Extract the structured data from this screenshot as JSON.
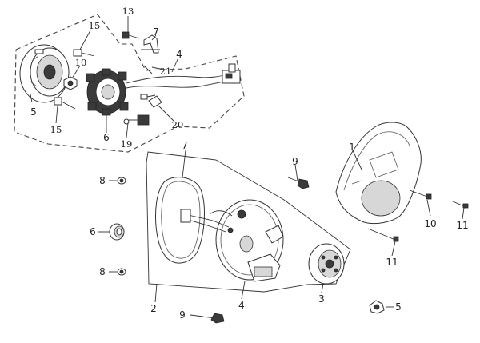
{
  "callouts": {
    "c13": "13",
    "c7_top": "7",
    "c15_top": "15",
    "c10_top": "10",
    "c4_top": "4",
    "c21": "21",
    "c5_left": "5",
    "c15_bottom": "15",
    "c6_top": "6",
    "c19": "19",
    "c20": "20",
    "c9_top": "9",
    "c1": "1",
    "c8_top": "8",
    "c7_box": "7",
    "c6_left": "6",
    "c10_right": "10",
    "c11_right": "11",
    "c11_mid": "11",
    "c8_bottom": "8",
    "c2": "2",
    "c4_box": "4",
    "c3": "3",
    "c9_bottom": "9",
    "c5_right": "5"
  }
}
